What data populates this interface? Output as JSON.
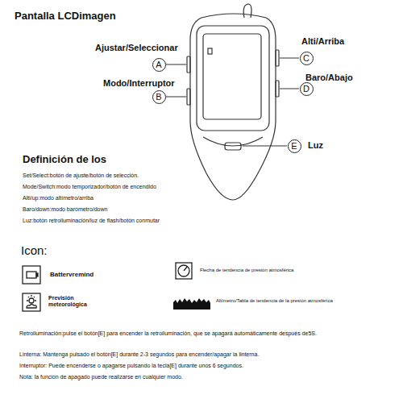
{
  "diagram": {
    "title": "Pantalla LCDimagen",
    "nodes": [
      {
        "text": [
          "A"
        ]
      },
      {
        "text": [
          "B"
        ]
      },
      {
        "text": [
          "C"
        ]
      },
      {
        "text": [
          "D"
        ]
      },
      {
        "text": [
          "E"
        ]
      }
    ],
    "labels": [
      "Ajustar/Seleccionar",
      "Modo/Interruptor",
      "Alti/Arriba",
      "Baro/Abajo",
      "Luz",
      "Definición de los",
      "Set/Select:botón de ajuste/botón de selección.",
      "Mode/Switch:modo temporizador/botón de encendido",
      "Alti/up:modo altímetro/arriba",
      "Baro/down:modo barómetro/down",
      "Luz:botón retroiluminación/luz de flash/botón conmutar",
      "Icon:",
      "Battervremind",
      "Flecha de tendencia de presión atmosférica",
      "Previsión meteorológica",
      "Altímetro/Tabla de tendencia de la presión atmosférica",
      "Retroiluminación:pulse el botón[E] para encender la retroiluminación, que se apagará automáticamente después de5S.",
      "Linterna: Mantenga pulsado el botón[E] durante 2-3 segundos para encender/apagar la linterna.",
      "Interruptor: Puede encenderse o apagarse pulsando la tecla[E] durante unos 6 segundos.",
      "Nota: la función de apagado puede realizarse en cualquier modo."
    ]
  }
}
